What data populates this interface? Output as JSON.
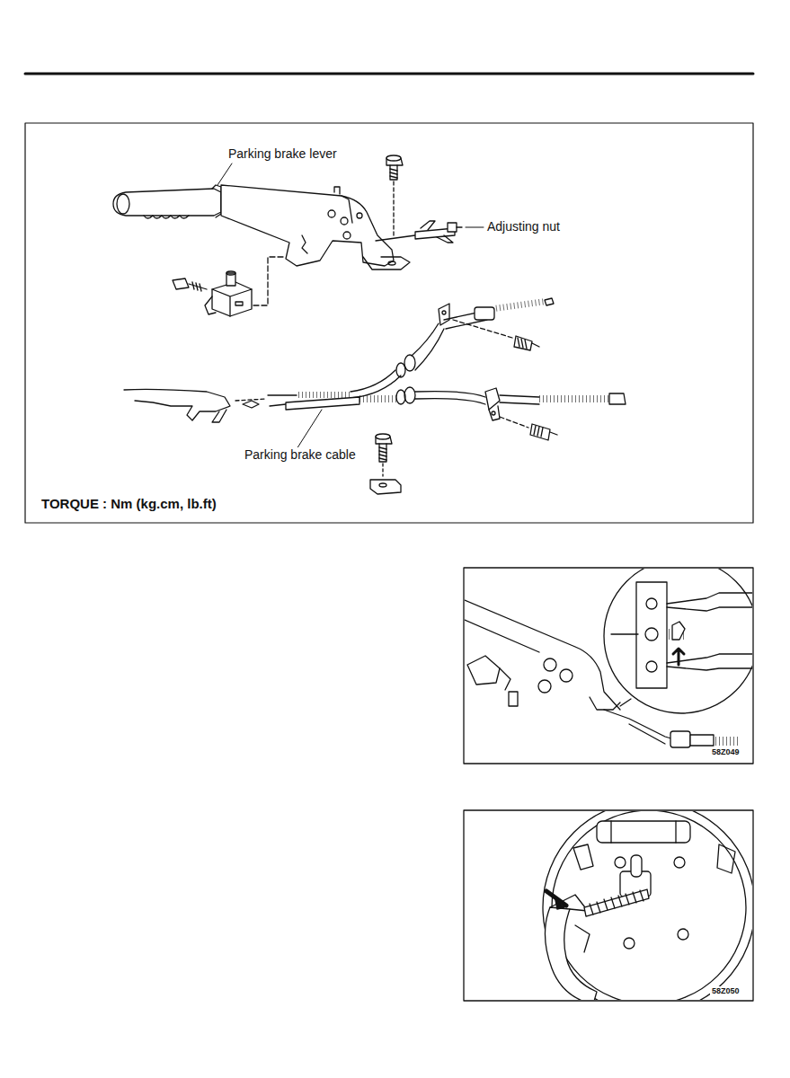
{
  "diagram": {
    "labels": [
      "Parking brake lever",
      "Adjusting nut",
      "Parking brake cable",
      "TORQUE : Nm (kg.cm, lb.ft)",
      "58Z049",
      "58Z050"
    ]
  }
}
